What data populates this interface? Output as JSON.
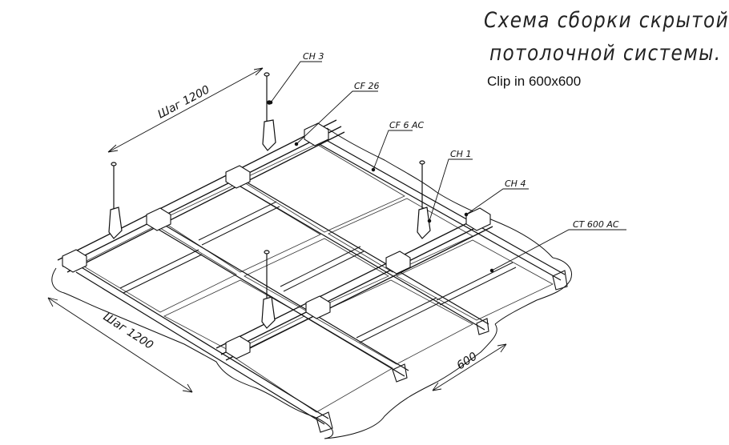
{
  "title": {
    "line1": "Схема сборки скрытой",
    "line2": "потолочной системы.",
    "subtitle": "Clip in 600x600"
  },
  "callouts": [
    {
      "id": "ch3",
      "label": "СН 3"
    },
    {
      "id": "cf26",
      "label": "CF 26"
    },
    {
      "id": "cf6ac",
      "label": "CF 6 AC"
    },
    {
      "id": "ch1",
      "label": "СН 1"
    },
    {
      "id": "ch4",
      "label": "СН 4"
    },
    {
      "id": "ct600ac",
      "label": "CT 600 AC"
    }
  ],
  "dimensions": {
    "top_step": "Шаг 1200",
    "bottom_step": "Шаг 1200",
    "panel": "600"
  },
  "colors": {
    "line": "#111111",
    "background": "#ffffff"
  }
}
